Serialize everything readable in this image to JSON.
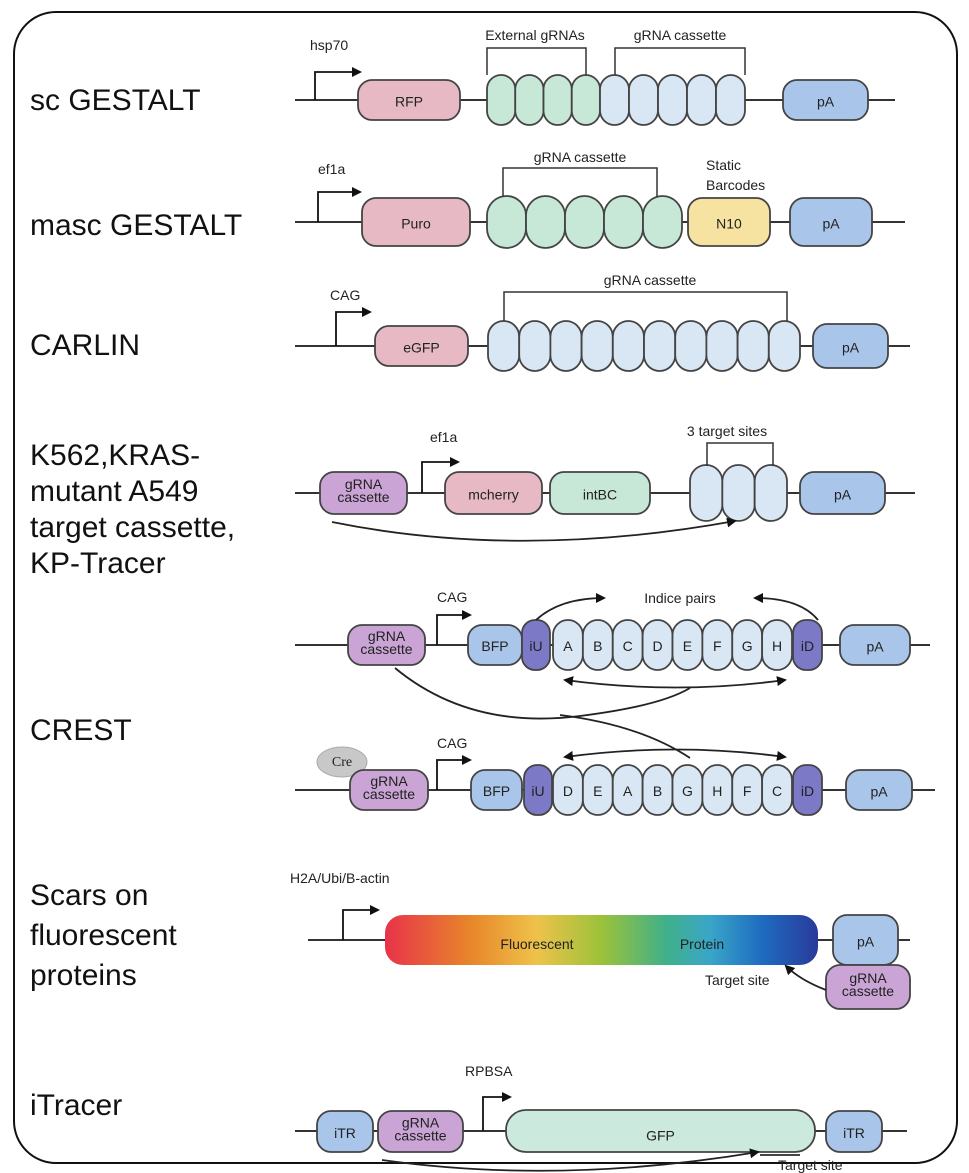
{
  "colors": {
    "pink": "#e6b9c4",
    "green": "#c7e8d6",
    "lightblue": "#d8e7f3",
    "blue": "#a9c6ea",
    "yellow": "#f6e3a2",
    "purple": "#c9a4d5",
    "darkpurple": "#7c79c6",
    "cre": "#c8c8c8",
    "gfp": "#cbe9dc"
  },
  "rows": {
    "sc": {
      "label": "sc GESTALT",
      "promoter": "hsp70",
      "gene": "RFP",
      "bracket1": "External gRNAs",
      "bracket2": "gRNA cassette",
      "pa": "pA"
    },
    "masc": {
      "label": "masc GESTALT",
      "promoter": "ef1a",
      "gene": "Puro",
      "bracket": "gRNA cassette",
      "static1": "Static",
      "static2": "Barcodes",
      "barcode": "N10",
      "pa": "pA"
    },
    "carlin": {
      "label": "CARLIN",
      "promoter": "CAG",
      "gene": "eGFP",
      "bracket": "gRNA cassette",
      "pa": "pA"
    },
    "k562": {
      "label_lines": [
        "K562,KRAS-",
        "mutant A549",
        "target cassette,",
        "KP-Tracer"
      ],
      "grna1": "gRNA",
      "grna2": "cassette",
      "promoter": "ef1a",
      "gene": "mcherry",
      "barcode": "intBC",
      "bracket": "3 target sites",
      "pa": "pA"
    },
    "crest": {
      "label": "CREST",
      "grna1": "gRNA",
      "grna2": "cassette",
      "promoter": "CAG",
      "reporter": "BFP",
      "iu": "iU",
      "id": "iD",
      "pa": "pA",
      "indice": "Indice pairs",
      "cre": "Cre",
      "top_sites": [
        "A",
        "B",
        "C",
        "D",
        "E",
        "F",
        "G",
        "H"
      ],
      "bottom_sites": [
        "D",
        "E",
        "A",
        "B",
        "G",
        "H",
        "F",
        "C"
      ]
    },
    "scars": {
      "label_lines": [
        "Scars on",
        "fluorescent",
        "proteins"
      ],
      "promoter": "H2A/Ubi/B-actin",
      "word1": "Fluorescent",
      "word2": "Protein",
      "pa": "pA",
      "grna1": "gRNA",
      "grna2": "cassette",
      "target": "Target site"
    },
    "itracer": {
      "label": "iTracer",
      "itr": "iTR",
      "grna1": "gRNA",
      "grna2": "cassette",
      "promoter": "RPBSA",
      "gene": "GFP",
      "target": "Target site"
    }
  }
}
